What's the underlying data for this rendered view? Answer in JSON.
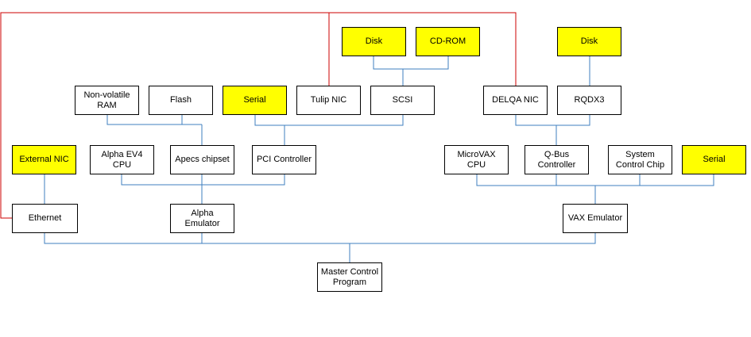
{
  "colors": {
    "highlight": "#ffff00",
    "link": "#3f7fbf",
    "network": "#cc0000",
    "border": "#000000"
  },
  "nodes": {
    "disk_top": "Disk",
    "cdrom": "CD-ROM",
    "disk_vax": "Disk",
    "nvram": "Non-volatile\nRAM",
    "flash": "Flash",
    "serial_alpha": "Serial",
    "tulip": "Tulip NIC",
    "scsi": "SCSI",
    "delqa": "DELQA NIC",
    "rqdx3": "RQDX3",
    "external_nic": "External NIC",
    "alpha_cpu": "Alpha EV4\nCPU",
    "apecs": "Apecs chipset",
    "pci": "PCI Controller",
    "microvax": "MicroVAX\nCPU",
    "qbus": "Q-Bus\nController",
    "scc": "System\nControl Chip",
    "serial_vax": "Serial",
    "ethernet": "Ethernet",
    "alpha_emu": "Alpha\nEmulator",
    "vax_emu": "VAX Emulator",
    "mcp": "Master Control\nProgram"
  }
}
